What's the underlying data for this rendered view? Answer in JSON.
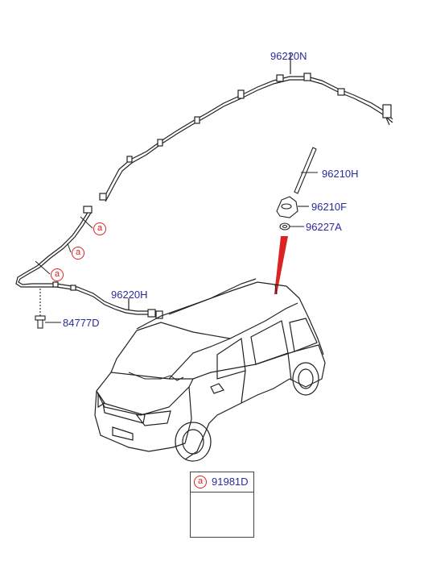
{
  "parts": {
    "p96220N": "96220N",
    "p96210H": "96210H",
    "p96210F": "96210F",
    "p96227A": "96227A",
    "p96220H": "96220H",
    "p84777D": "84777D"
  },
  "markers": {
    "a": "a"
  },
  "legend": {
    "marker": "a",
    "part": "91981D"
  },
  "colors": {
    "label_text": "#2a2a9a",
    "marker_red": "#dd2222",
    "line": "#222222"
  }
}
